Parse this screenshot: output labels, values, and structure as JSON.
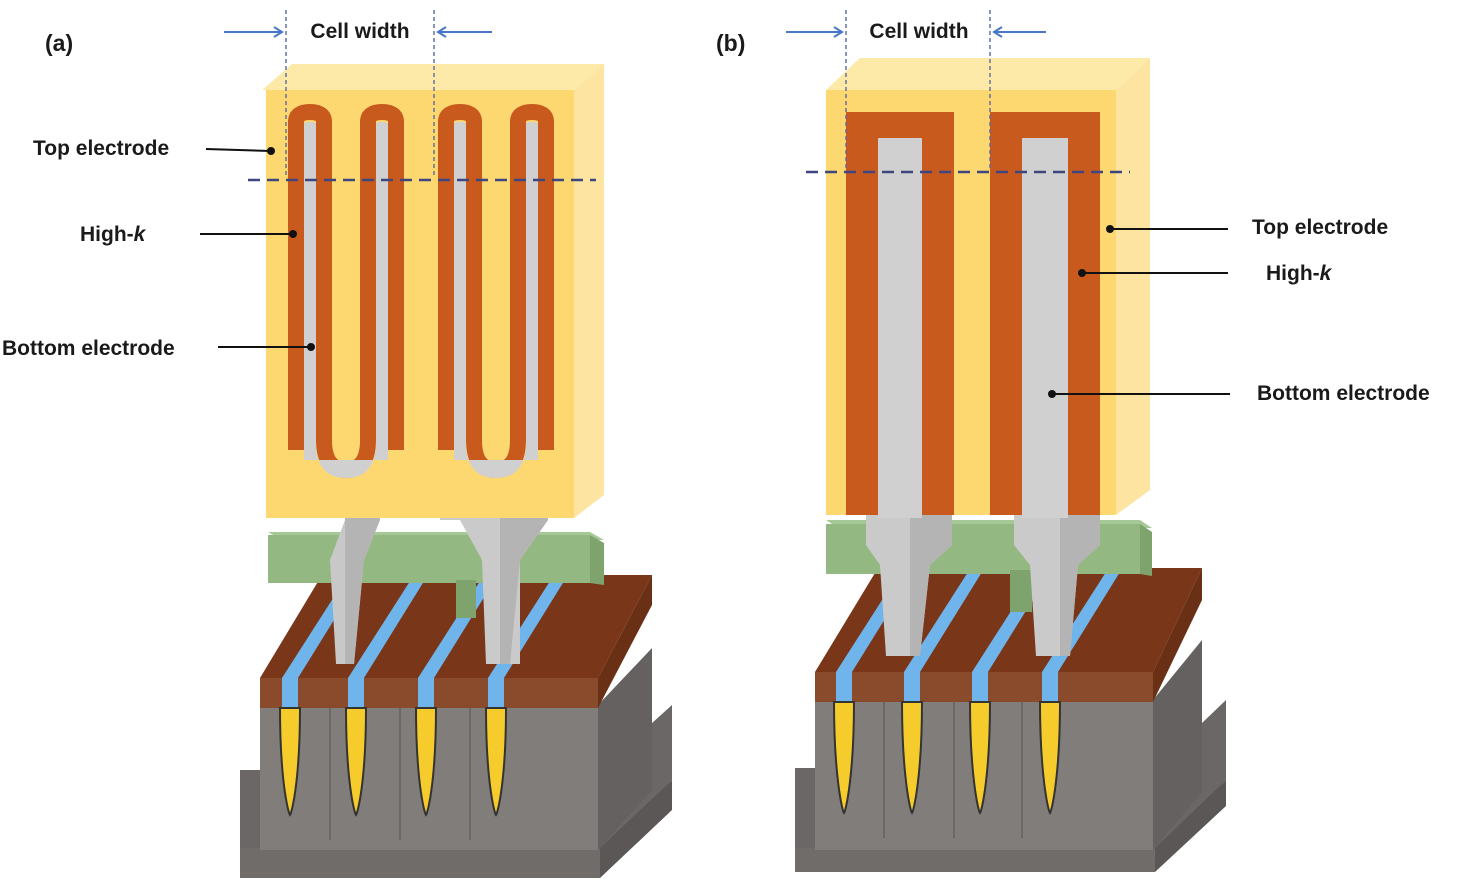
{
  "panels": [
    {
      "id": "a",
      "label": "(a)",
      "cell_width_label": "Cell width",
      "labels": {
        "top_electrode": "Top electrode",
        "high_k_prefix": "High-",
        "high_k_italic": "k",
        "bottom_electrode": "Bottom electrode"
      }
    },
    {
      "id": "b",
      "label": "(b)",
      "cell_width_label": "Cell width",
      "labels": {
        "top_electrode": "Top electrode",
        "high_k_prefix": "High-",
        "high_k_italic": "k",
        "bottom_electrode": "Bottom electrode"
      }
    }
  ],
  "colors": {
    "top_electrode": "#fdd870",
    "top_electrode_side": "#fde9a8",
    "high_k": "#c85a1e",
    "bottom_electrode": "#d0d0d0",
    "bottom_electrode_shade": "#b8b8b8",
    "landing_pad": "#94b882",
    "substrate": "#7d7a78",
    "substrate_dark": "#5f5c5a",
    "wordline_top": "#8a3e1e",
    "bitline": "#6fb4ea",
    "channel": "#f6cc2c",
    "cell_width_arrow": "#4a78c8"
  }
}
